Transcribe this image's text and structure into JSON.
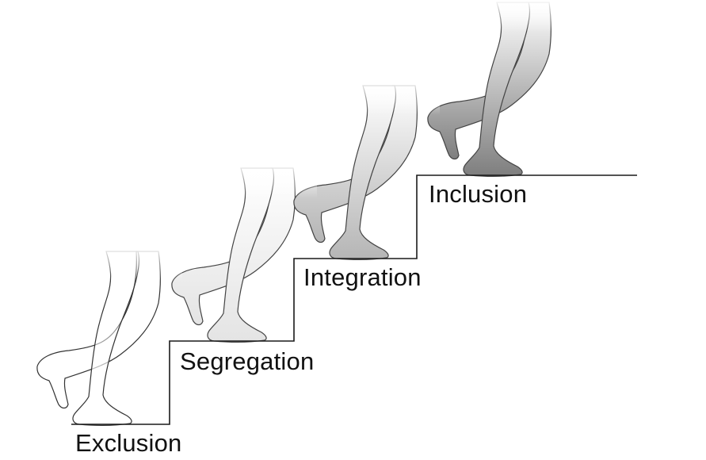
{
  "stairs": {
    "steps": [
      {
        "label": "Exclusion",
        "shade": "#ffffff"
      },
      {
        "label": "Segregation",
        "shade": "#e6e6e6"
      },
      {
        "label": "Integration",
        "shade": "#bdbdbd"
      },
      {
        "label": "Inclusion",
        "shade": "#8a8a8a"
      }
    ],
    "line_color": "#1a1a1a",
    "legs_outline": "#333333"
  }
}
